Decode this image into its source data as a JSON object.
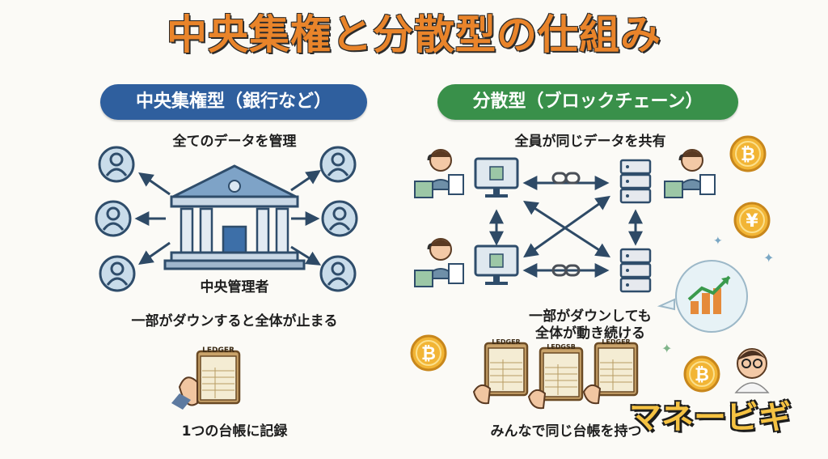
{
  "title": "中央集権と分散型の仕組み",
  "left": {
    "heading": "中央集権型（銀行など）",
    "caption_top": "全てのデータを管理",
    "center_label": "中央管理者",
    "caption_mid": "一部がダウンすると全体が止まる",
    "ledger_label": "LEDGER",
    "caption_bottom": "1つの台帳に記録"
  },
  "right": {
    "heading": "分散型（ブロックチェーン）",
    "caption_top": "全員が同じデータを共有",
    "caption_mid_line1": "一部がダウンしても",
    "caption_mid_line2": "全体が動き続ける",
    "ledger_labels": [
      "LEDGER",
      "LEDGSB",
      "LEDGER"
    ],
    "caption_bottom": "みんなで同じ台帳を持つ"
  },
  "brand": "マネービギ",
  "colors": {
    "title_orange": "#e9842a",
    "left_blue": "#2f5f9e",
    "right_green": "#39904a",
    "coin_gold": "#f2b535"
  }
}
